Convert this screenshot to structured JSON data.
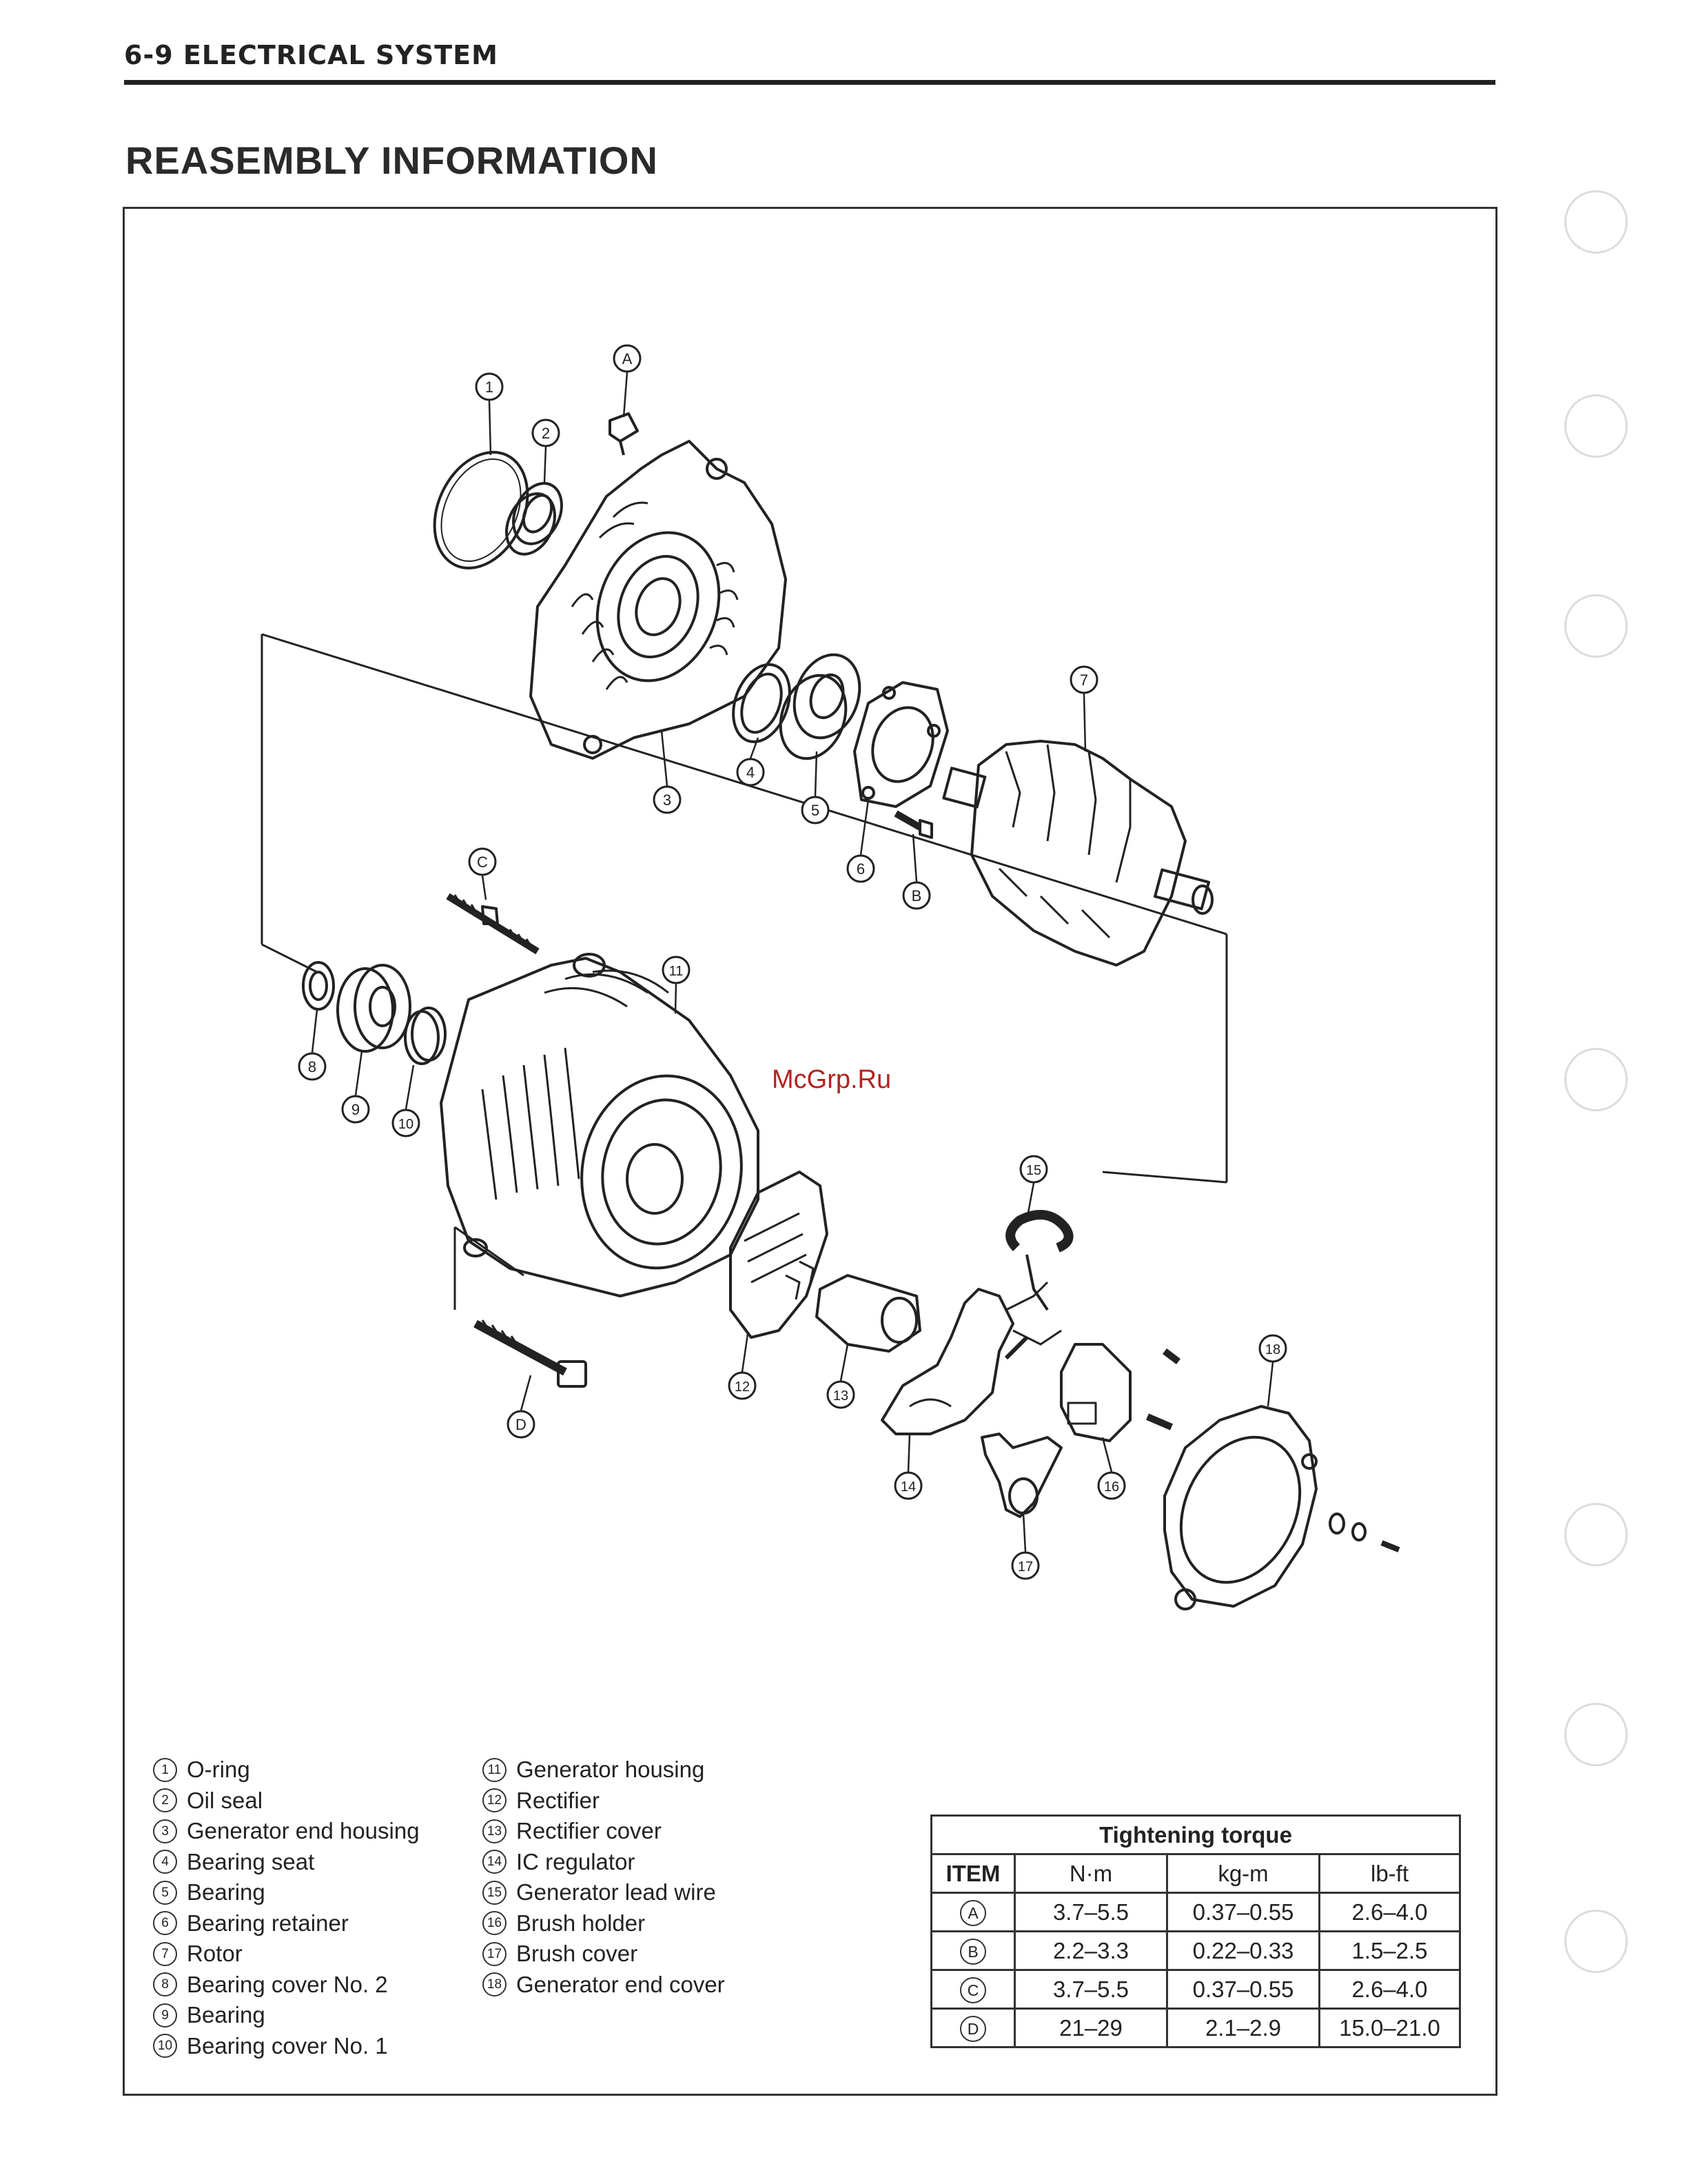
{
  "header": {
    "section": "6-9  ELECTRICAL SYSTEM"
  },
  "page_title": "REASEMBLY INFORMATION",
  "watermark": "McGrp.Ru",
  "diagram": {
    "callouts": [
      {
        "id": "c1",
        "label": "1"
      },
      {
        "id": "c2",
        "label": "2"
      },
      {
        "id": "cA",
        "label": "A"
      },
      {
        "id": "c3",
        "label": "3"
      },
      {
        "id": "c4",
        "label": "4"
      },
      {
        "id": "c5",
        "label": "5"
      },
      {
        "id": "c6",
        "label": "6"
      },
      {
        "id": "cB",
        "label": "B"
      },
      {
        "id": "c7",
        "label": "7"
      },
      {
        "id": "cC",
        "label": "C"
      },
      {
        "id": "c11",
        "label": "11"
      },
      {
        "id": "c8",
        "label": "8"
      },
      {
        "id": "c9",
        "label": "9"
      },
      {
        "id": "c10",
        "label": "10"
      },
      {
        "id": "c15",
        "label": "15"
      },
      {
        "id": "c18",
        "label": "18"
      },
      {
        "id": "c12",
        "label": "12"
      },
      {
        "id": "c13",
        "label": "13"
      },
      {
        "id": "cD",
        "label": "D"
      },
      {
        "id": "c14",
        "label": "14"
      },
      {
        "id": "c16",
        "label": "16"
      },
      {
        "id": "c17",
        "label": "17"
      }
    ]
  },
  "legend": {
    "col1": [
      {
        "num": "1",
        "label": "O-ring"
      },
      {
        "num": "2",
        "label": "Oil seal"
      },
      {
        "num": "3",
        "label": "Generator end housing"
      },
      {
        "num": "4",
        "label": "Bearing seat"
      },
      {
        "num": "5",
        "label": "Bearing"
      },
      {
        "num": "6",
        "label": "Bearing retainer"
      },
      {
        "num": "7",
        "label": "Rotor"
      },
      {
        "num": "8",
        "label": "Bearing cover No. 2"
      },
      {
        "num": "9",
        "label": "Bearing"
      },
      {
        "num": "10",
        "label": "Bearing cover No. 1"
      }
    ],
    "col2": [
      {
        "num": "11",
        "label": "Generator housing"
      },
      {
        "num": "12",
        "label": "Rectifier"
      },
      {
        "num": "13",
        "label": "Rectifier cover"
      },
      {
        "num": "14",
        "label": "IC regulator"
      },
      {
        "num": "15",
        "label": "Generator lead wire"
      },
      {
        "num": "16",
        "label": "Brush holder"
      },
      {
        "num": "17",
        "label": "Brush cover"
      },
      {
        "num": "18",
        "label": "Generator end cover"
      }
    ]
  },
  "torque_table": {
    "title": "Tightening torque",
    "headers": [
      "ITEM",
      "N·m",
      "kg-m",
      "lb-ft"
    ],
    "rows": [
      {
        "item": "A",
        "nm": "3.7–5.5",
        "kgm": "0.37–0.55",
        "lbft": "2.6–4.0"
      },
      {
        "item": "B",
        "nm": "2.2–3.3",
        "kgm": "0.22–0.33",
        "lbft": "1.5–2.5"
      },
      {
        "item": "C",
        "nm": "3.7–5.5",
        "kgm": "0.37–0.55",
        "lbft": "2.6–4.0"
      },
      {
        "item": "D",
        "nm": "21–29",
        "kgm": "2.1–2.9",
        "lbft": "15.0–21.0"
      }
    ]
  }
}
